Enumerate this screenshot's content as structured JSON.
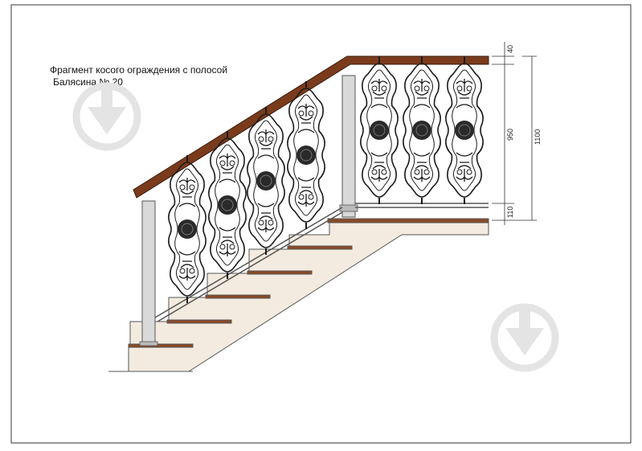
{
  "caption": {
    "line1": "Фрагмент косого ограждения с полосой",
    "line2": "Балясина № 20"
  },
  "dimensions": {
    "top_band": "40",
    "middle": "950",
    "bottom_band": "110",
    "total": "1100"
  },
  "colors": {
    "handrail": "#7a3b1c",
    "post": "#d9d9d9",
    "stair_fill": "#f3ebdf",
    "tread": "#8a4a26",
    "ironwork": "#1a1a1a",
    "medallion": "#2a2a2a",
    "watermark": "#e6e6e6"
  },
  "watermark_icon": "download-arrow-icon"
}
